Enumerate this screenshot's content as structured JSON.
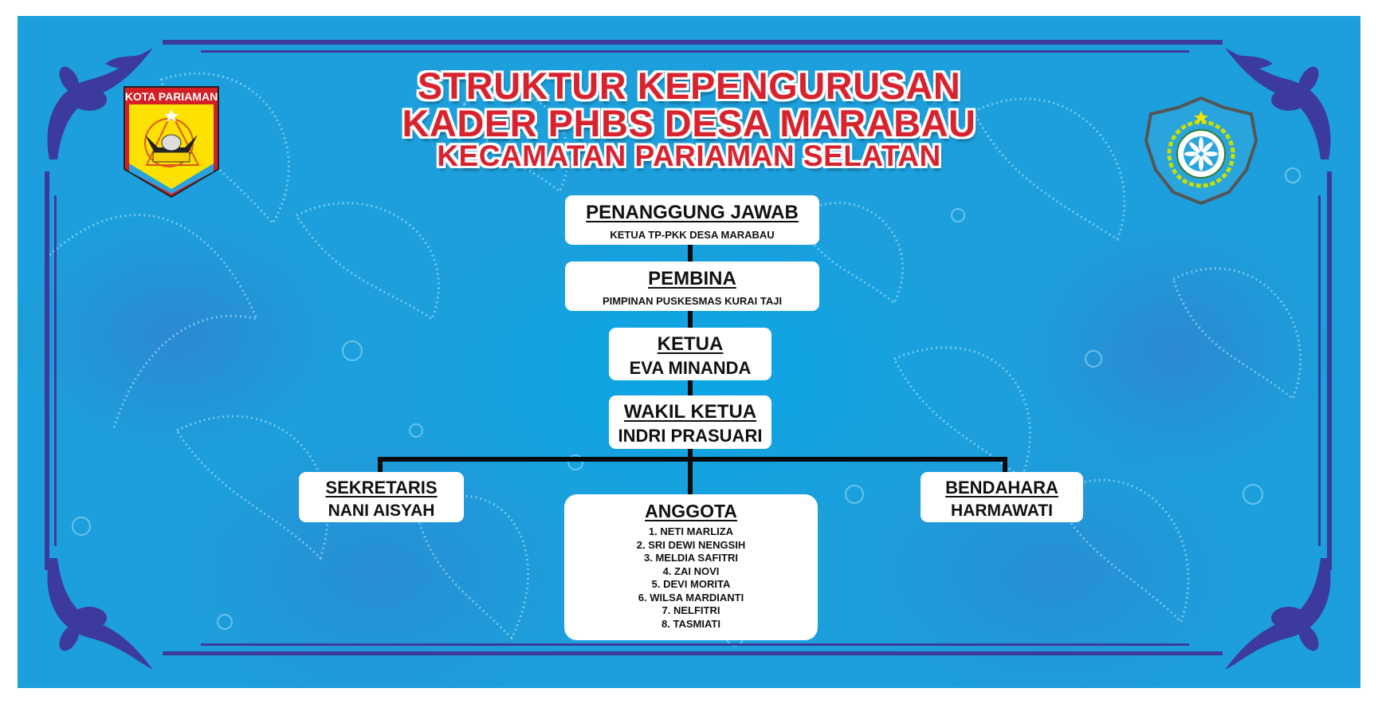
{
  "title": {
    "line1": "STRUKTUR KEPENGURUSAN",
    "line2": "KADER PHBS DESA MARABAU",
    "line3": "KECAMATAN PARIAMAN SELATAN"
  },
  "logos": {
    "left": {
      "text": "KOTA PARIAMAN",
      "icon": "kota-pariaman-emblem"
    },
    "right": {
      "icon": "pkk-emblem"
    }
  },
  "org": {
    "penanggung_jawab": {
      "role": "PENANGGUNG JAWAB",
      "name": "KETUA TP-PKK DESA MARABAU"
    },
    "pembina": {
      "role": "PEMBINA",
      "name": "PIMPINAN PUSKESMAS KURAI TAJI"
    },
    "ketua": {
      "role": "KETUA",
      "name": "EVA MINANDA"
    },
    "wakil_ketua": {
      "role": "WAKIL KETUA",
      "name": "INDRI PRASUARI"
    },
    "sekretaris": {
      "role": "SEKRETARIS",
      "name": "NANI AISYAH"
    },
    "bendahara": {
      "role": "BENDAHARA",
      "name": "HARMAWATI"
    },
    "anggota": {
      "role": "ANGGOTA",
      "members": [
        "1. NETI MARLIZA",
        "2. SRI DEWI NENGSIH",
        "3. MELDIA SAFITRI",
        "4. ZAI NOVI",
        "5. DEVI MORITA",
        "6. WILSA MARDIANTI",
        "7. NELFITRI",
        "8. TASMIATI"
      ]
    }
  },
  "colors": {
    "background": "#1c9fdc",
    "frame": "#3c3a9c",
    "title": "#d8232f",
    "connector": "#0a0a0a"
  }
}
